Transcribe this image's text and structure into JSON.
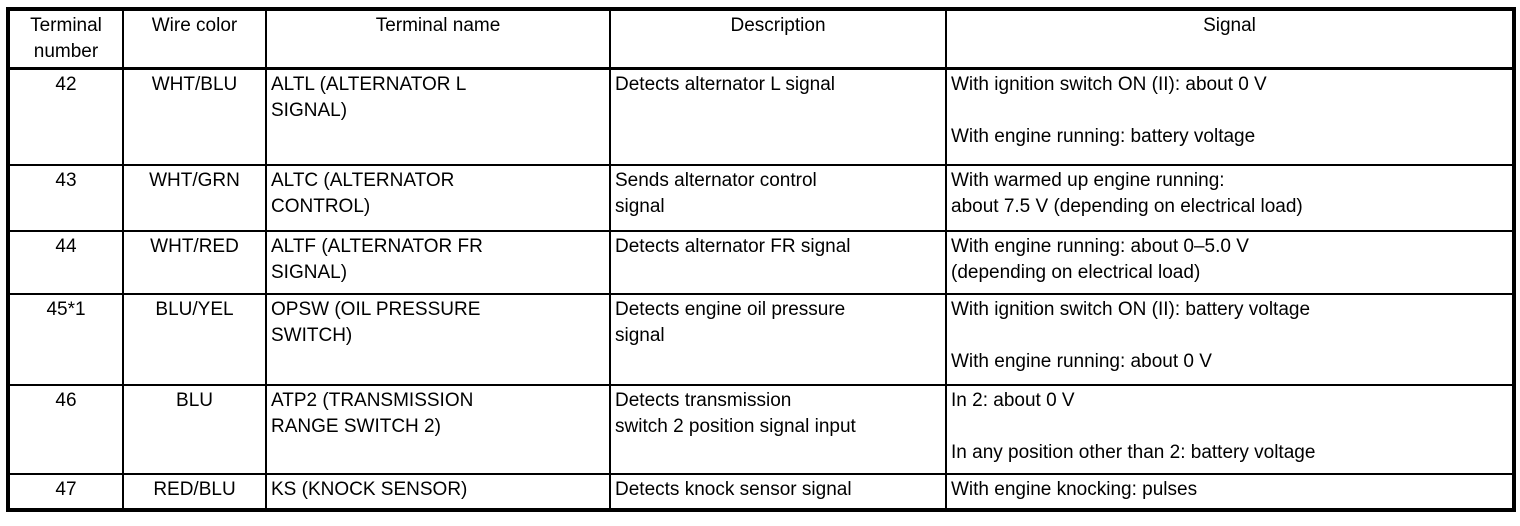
{
  "colors": {
    "background": "#ffffff",
    "text": "#000000",
    "border": "#000000"
  },
  "table": {
    "columns": [
      {
        "label": "Terminal\nnumber"
      },
      {
        "label": "Wire color"
      },
      {
        "label": "Terminal name"
      },
      {
        "label": "Description"
      },
      {
        "label": "Signal"
      }
    ],
    "rows": [
      {
        "terminal": "42",
        "wire_color": "WHT/BLU",
        "terminal_name": "ALTL (ALTERNATOR L\nSIGNAL)",
        "description": "Detects alternator L signal",
        "signal": "With ignition switch ON (II): about 0 V\n\nWith engine running: battery voltage"
      },
      {
        "terminal": "43",
        "wire_color": "WHT/GRN",
        "terminal_name": "ALTC (ALTERNATOR\nCONTROL)",
        "description": "Sends alternator control\nsignal",
        "signal": "With warmed up engine running:\nabout 7.5 V (depending on electrical load)"
      },
      {
        "terminal": "44",
        "wire_color": "WHT/RED",
        "terminal_name": "ALTF (ALTERNATOR FR\nSIGNAL)",
        "description": "Detects alternator FR signal",
        "signal": "With engine running: about 0–5.0 V\n(depending on electrical load)"
      },
      {
        "terminal": "45*1",
        "wire_color": "BLU/YEL",
        "terminal_name": "OPSW (OIL PRESSURE\nSWITCH)",
        "description": "Detects engine oil pressure\nsignal",
        "signal": "With ignition switch ON (II): battery voltage\n\nWith engine running: about 0 V"
      },
      {
        "terminal": "46",
        "wire_color": "BLU",
        "terminal_name": "ATP2 (TRANSMISSION\nRANGE SWITCH 2)",
        "description": "Detects transmission\nswitch 2 position signal input",
        "signal": "In 2: about 0 V\n\nIn any position other than 2: battery voltage"
      },
      {
        "terminal": "47",
        "wire_color": "RED/BLU",
        "terminal_name": "KS (KNOCK SENSOR)",
        "description": "Detects knock sensor signal",
        "signal": "With engine knocking: pulses"
      }
    ]
  }
}
